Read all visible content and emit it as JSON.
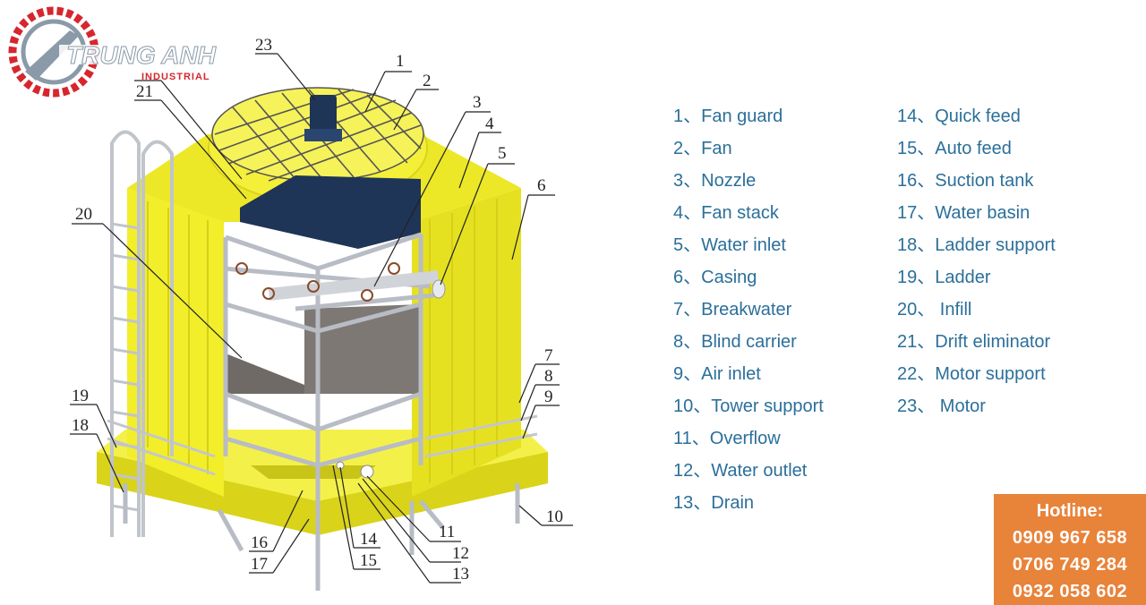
{
  "brand": {
    "name": "TRUNG ANH",
    "tagline": "INDUSTRIAL",
    "colors": {
      "red": "#d7262e",
      "gray": "#8a9aa8"
    }
  },
  "legend": {
    "color": "#2b6f9a",
    "left": [
      "1、Fan guard",
      "2、Fan",
      "3、Nozzle",
      "4、Fan stack",
      "5、Water inlet",
      "6、Casing",
      "7、Breakwater",
      "8、Blind carrier",
      "9、Air inlet",
      "10、Tower support",
      "11、Overflow",
      "12、Water outlet",
      "13、Drain"
    ],
    "right": [
      "14、Quick feed",
      "15、Auto feed",
      "16、Suction tank",
      "17、Water basin",
      "18、Ladder support",
      "19、Ladder",
      "20、 Infill",
      "21、Drift eliminator",
      "22、Motor support",
      "23、 Motor"
    ]
  },
  "callouts": [
    "1",
    "2",
    "3",
    "4",
    "5",
    "6",
    "7",
    "8",
    "9",
    "10",
    "11",
    "12",
    "13",
    "14",
    "15",
    "16",
    "17",
    "18",
    "19",
    "20",
    "21",
    "23"
  ],
  "hotline": {
    "title": "Hotline:",
    "numbers": [
      "0909 967 658",
      "0706 749 284",
      "0932 058 602"
    ],
    "color": "#e8833a"
  },
  "colors": {
    "casing": "#f2ee2a",
    "casing_shade": "#d9d31a",
    "frame": "#c9ccd2",
    "fan": "#1e3557",
    "infill": "#6f6a66"
  }
}
